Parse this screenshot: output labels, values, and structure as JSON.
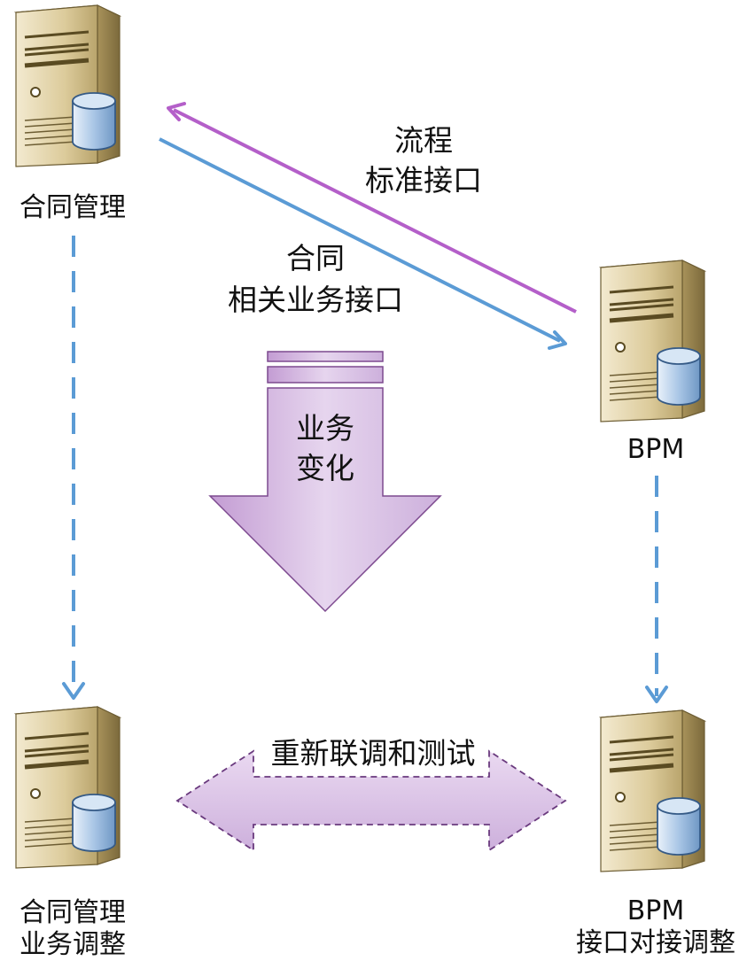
{
  "nodes": {
    "contract_mgmt": {
      "lines": [
        "合同管理"
      ]
    },
    "bpm": {
      "lines": [
        "BPM"
      ]
    },
    "contract_adjust": {
      "lines": [
        "合同管理",
        "业务调整"
      ]
    },
    "bpm_adjust": {
      "lines": [
        "BPM",
        "接口对接调整"
      ]
    }
  },
  "edges": {
    "process_interface": {
      "lines": [
        "流程",
        "标准接口"
      ],
      "color": "#b45fc9"
    },
    "contract_interface": {
      "lines": [
        "合同",
        "相关业务接口"
      ],
      "color": "#5b9bd5"
    },
    "dashed_color": "#5b9bd5"
  },
  "center_arrow": {
    "lines": [
      "业务",
      "变化"
    ]
  },
  "bottom_arrow": {
    "label": "重新联调和测试"
  },
  "icons": [
    "server-database-icon"
  ],
  "colors": {
    "server_body": "#d9c99a",
    "server_shadow": "#8c7a4c",
    "database": "#8fb2d9",
    "purple_fill": "#c8a6d6",
    "purple_stroke": "#7d4a8f"
  }
}
